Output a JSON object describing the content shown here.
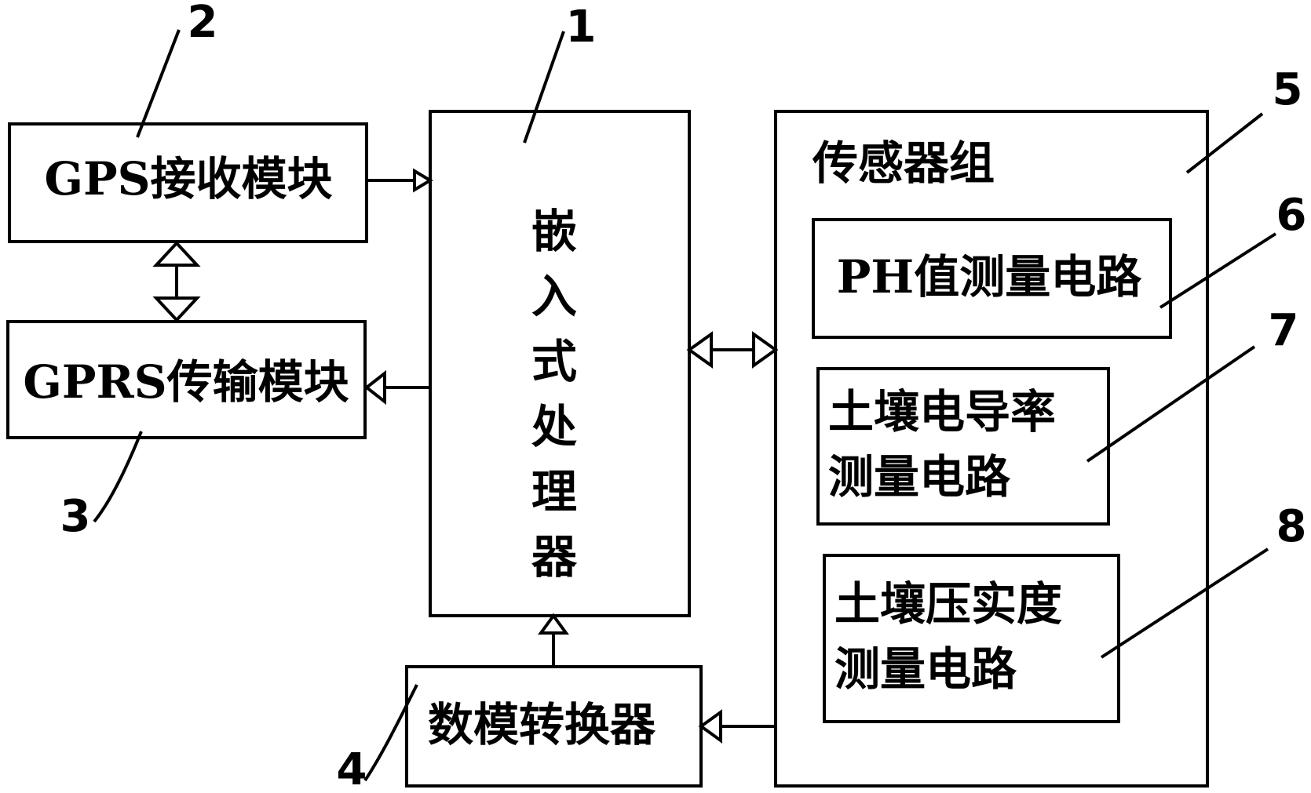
{
  "diagram": {
    "modules": {
      "gps": {
        "label": "GPS接收模块",
        "number": "2"
      },
      "gprs": {
        "label": "GPRS传输模块",
        "number": "3"
      },
      "processor": {
        "chars": [
          "嵌",
          "入",
          "式",
          "处",
          "理",
          "器"
        ],
        "number": "1"
      },
      "converter": {
        "label": "数模转换器",
        "number": "4"
      },
      "sensor_group": {
        "label": "传感器组",
        "number": "5"
      },
      "ph": {
        "label": "PH值测量电路",
        "number": "6"
      },
      "conductivity": {
        "line1": "土壤电导率",
        "line2": "测量电路",
        "number": "7"
      },
      "compaction": {
        "line1": "土壤压实度",
        "line2": "测量电路",
        "number": "8"
      }
    }
  }
}
